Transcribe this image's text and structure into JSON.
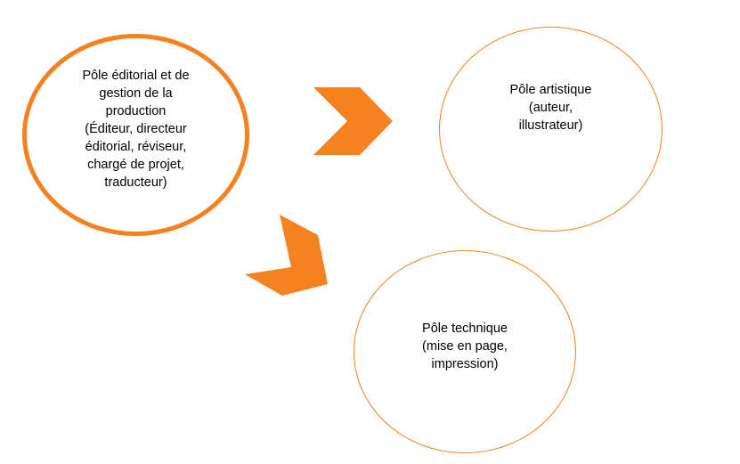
{
  "diagram": {
    "accent_color": "#F5821F",
    "nodes": [
      {
        "id": "editorial",
        "label": "Pôle éditorial et de\ngestion de la\nproduction\n(Éditeur, directeur\néditorial, réviseur,\nchargé de projet,\ntraducteur)"
      },
      {
        "id": "artistic",
        "label": "Pôle artistique\n(auteur,\nillustrateur)"
      },
      {
        "id": "technical",
        "label": "Pôle technique\n(mise en page,\nimpression)"
      }
    ],
    "arrows": [
      {
        "from": "editorial",
        "to": "artistic",
        "shape": "chevron-right-icon"
      },
      {
        "from": "editorial",
        "to": "technical",
        "shape": "chevron-down-right-icon"
      }
    ]
  }
}
